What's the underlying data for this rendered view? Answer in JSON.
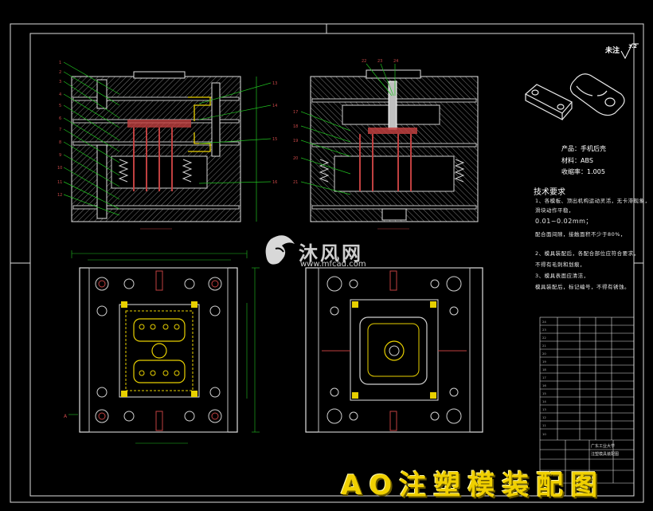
{
  "drawing": {
    "surface_mark": "未注",
    "surface_value": "3.2",
    "product_name_label": "产品：",
    "product_name": "手机后壳",
    "material_label": "材料：",
    "material": "ABS",
    "shrink_label": "收缩率：",
    "shrink": "1.005",
    "tech_title": "技术要求",
    "tech_lines": [
      "1、各模板、顶出机构运动灵活，无卡滞现象，",
      "滑块动作平稳，",
      "0.01~0.02mm；",
      "配合面间隙，接触面积不少于80%，",
      "2、模具装配后，各配合部位应符合要求，",
      "不得有毛刺和划痕，",
      "3、模具表面应清洁，",
      "模具装配后，标记编号，不得有锈蚀。"
    ],
    "title_block": {
      "school": "广东工业大学",
      "drawing_title": "注塑模具装配图"
    }
  },
  "watermark": {
    "brand": "沐风网",
    "url": "www.mfcad.com"
  },
  "banner": {
    "text": "AO注塑模装配图"
  },
  "colors": {
    "background": "#000000",
    "outline": "#ffffff",
    "section": "#c04040",
    "hatch": "#909090",
    "green": "#20c020",
    "yellow": "#e8d000",
    "banner": "#f0d000"
  }
}
